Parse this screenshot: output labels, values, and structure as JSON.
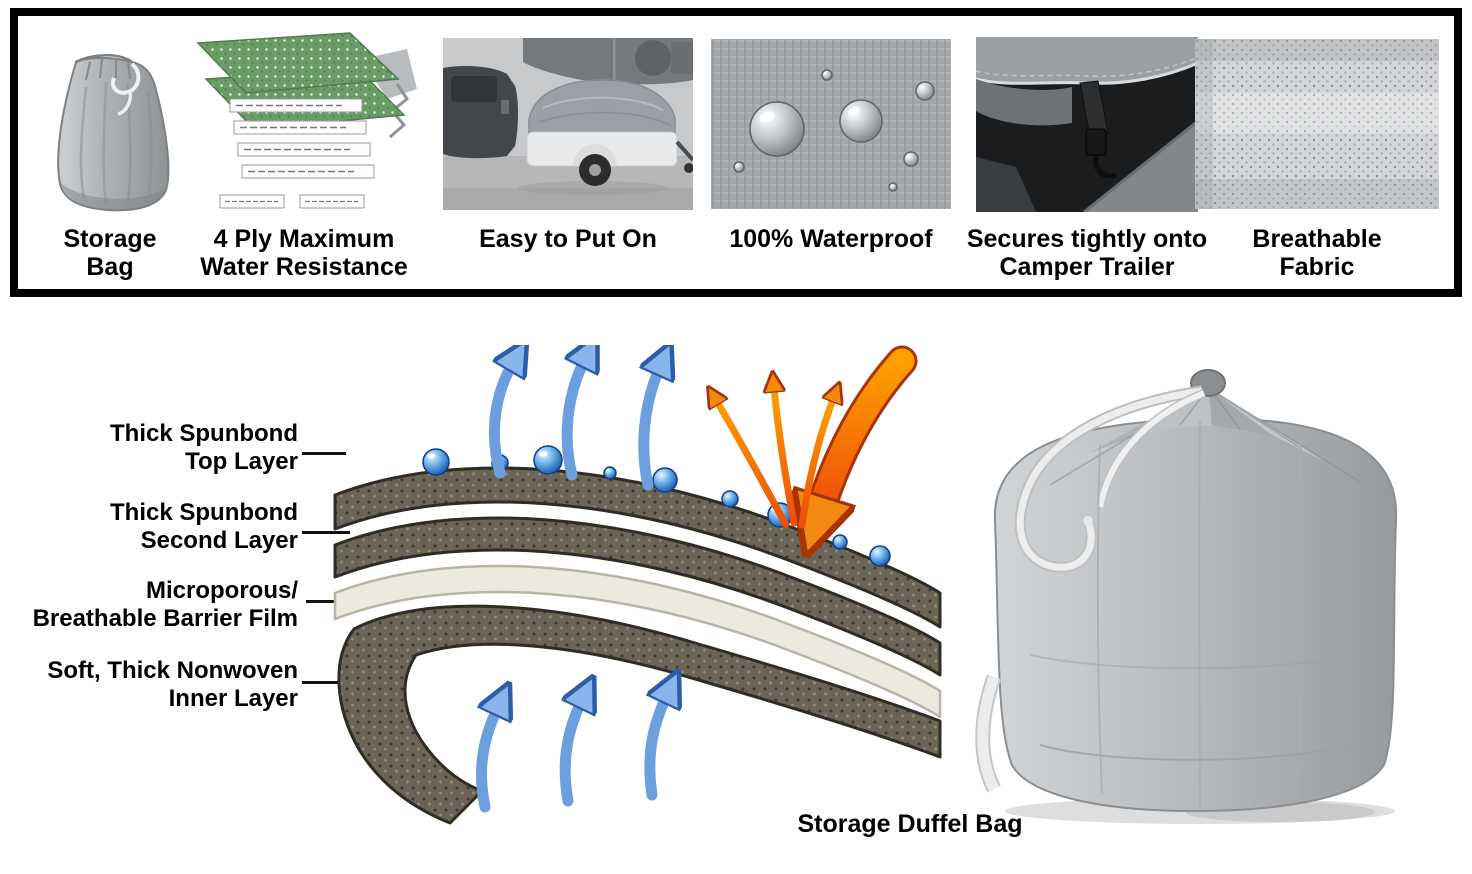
{
  "features": {
    "items": [
      {
        "icon": "storage-bag-image",
        "label": "Storage\nBag"
      },
      {
        "icon": "ply-layers-diagram",
        "label": "4 Ply Maximum\nWater Resistance"
      },
      {
        "icon": "camper-cover-photo",
        "label": "Easy to Put On"
      },
      {
        "icon": "waterproof-droplets-photo",
        "label": "100% Waterproof"
      },
      {
        "icon": "strap-secure-photo",
        "label": "Secures tightly onto\nCamper Trailer"
      },
      {
        "icon": "fabric-texture-photo",
        "label": "Breathable\nFabric"
      }
    ]
  },
  "layer_diagram": {
    "labels": [
      "Thick Spunbond\nTop Layer",
      "Thick Spunbond\nSecond Layer",
      "Microporous/\nBreathable Barrier Film",
      "Soft, Thick Nonwoven\nInner Layer"
    ]
  },
  "duffel": {
    "caption": "Storage Duffel Bag"
  },
  "colors": {
    "frame": "#000000",
    "layer_dark": "#6b6557",
    "barrier_film": "#eceadf",
    "arrow_blue": "#6d9fdf",
    "arrow_orange": "#f07a10",
    "droplet_blue": "#1558a8",
    "bag_gray": "#b9bcbf",
    "ply_green": "#6a9d66"
  }
}
